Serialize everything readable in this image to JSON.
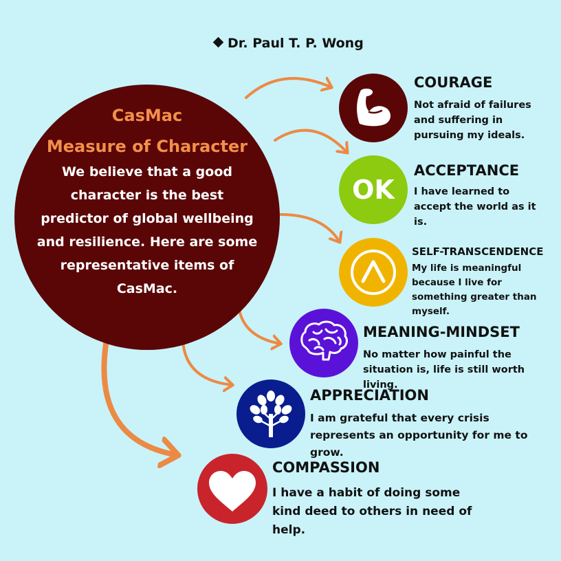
{
  "author": "Dr. Paul T. P. Wong",
  "main": {
    "title_line1": "CasMac",
    "title_line2": "Measure of Character",
    "body": "We believe that a good character is the best predictor of global wellbeing and resilience. Here are some representative items of CasMac."
  },
  "items": [
    {
      "title": "COURAGE",
      "desc": "Not afraid of failures and suffering in pursuing my ideals.",
      "color": "#5a0607",
      "icon": "flexed-arm-icon"
    },
    {
      "title": "ACCEPTANCE",
      "desc": "I have learned to accept the world as it is.",
      "color": "#8ccb0f",
      "icon": "ok-icon",
      "icon_text": "OK"
    },
    {
      "title": "SELF-TRANSCENDENCE",
      "desc": "My life is meaningful because I live for something greater than myself.",
      "color": "#f0b400",
      "icon": "upward-chevron-icon"
    },
    {
      "title": "MEANING-MINDSET",
      "desc": "No matter how painful the situation is, life is still worth living.",
      "color": "#5a12d8",
      "icon": "brain-icon"
    },
    {
      "title": "APPRECIATION",
      "desc": "I am grateful that every crisis represents an opportunity for me to grow.",
      "color": "#0a1d8e",
      "icon": "tree-icon"
    },
    {
      "title": "COMPASSION",
      "desc": "I have a habit of doing some kind deed to others in need of help.",
      "color": "#c9242c",
      "icon": "heart-icon"
    }
  ],
  "colors": {
    "background": "#c9f3f9",
    "main_circle": "#5a0607",
    "title_accent": "#f2904a",
    "arrow": "#ec8a45"
  }
}
